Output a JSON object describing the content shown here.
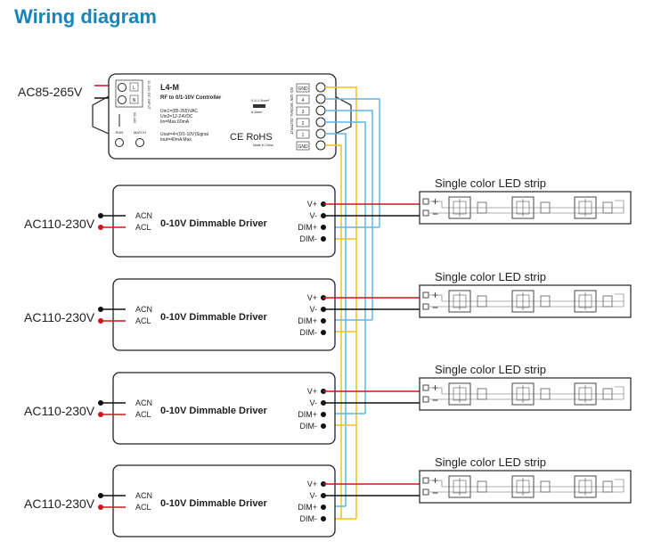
{
  "title": "Wiring diagram",
  "controller": {
    "ac_input_label": "AC85-265V",
    "model": "L4-M",
    "description": "RF to 0/1-10V Controller",
    "spec_lines": [
      "Uin1=(85-265)VAC",
      "Uin2=12-24VDC",
      "Iin=Max.60mA",
      "Uout=4×(0/1-10V)Signal",
      "Iout=40mA Max."
    ],
    "left_terminals": [
      "L",
      "N"
    ],
    "right_terminals": [
      "GND",
      "4",
      "3",
      "2",
      "1",
      "GND"
    ],
    "side_text": "0/1-10V SIGNAL OUTPUT",
    "power_text": "12-24V DC INPUT",
    "indicator_labels": [
      "RUN",
      "MATCH"
    ],
    "strip_text_top": "0.5-1.5mm²",
    "strip_text_bottom": "6-8mm",
    "cert": "CE RoHS",
    "made_in": "Made in China"
  },
  "drivers": [
    {
      "ac_label": "AC110-230V",
      "name": "0-10V Dimmable Driver",
      "in_terminals": [
        "ACN",
        "ACL"
      ],
      "out_terminals": [
        "V+",
        "V-",
        "DIM+",
        "DIM-"
      ]
    },
    {
      "ac_label": "AC110-230V",
      "name": "0-10V Dimmable Driver",
      "in_terminals": [
        "ACN",
        "ACL"
      ],
      "out_terminals": [
        "V+",
        "V-",
        "DIM+",
        "DIM-"
      ]
    },
    {
      "ac_label": "AC110-230V",
      "name": "0-10V Dimmable Driver",
      "in_terminals": [
        "ACN",
        "ACL"
      ],
      "out_terminals": [
        "V+",
        "V-",
        "DIM+",
        "DIM-"
      ]
    },
    {
      "ac_label": "AC110-230V",
      "name": "0-10V Dimmable Driver",
      "in_terminals": [
        "ACN",
        "ACL"
      ],
      "out_terminals": [
        "V+",
        "V-",
        "DIM+",
        "DIM-"
      ]
    }
  ],
  "strips": [
    {
      "label": "Single color LED strip",
      "plus": "+",
      "minus": "−"
    },
    {
      "label": "Single color LED strip",
      "plus": "+",
      "minus": "−"
    },
    {
      "label": "Single color LED strip",
      "plus": "+",
      "minus": "−"
    },
    {
      "label": "Single color LED strip",
      "plus": "+",
      "minus": "−"
    }
  ],
  "colors": {
    "title": "#1a84b8",
    "wire_red": "#d0141c",
    "wire_black": "#111111",
    "wire_yellow": "#f5c21b",
    "wire_blue": "#5fb7e5",
    "box_stroke": "#222222"
  }
}
